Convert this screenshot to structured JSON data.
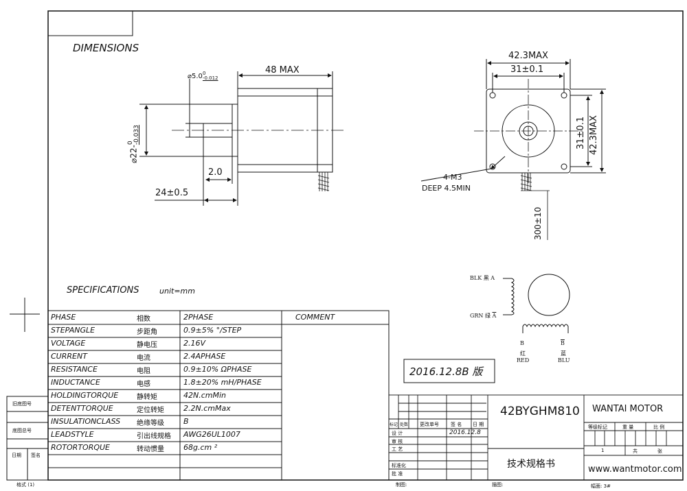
{
  "sheet": {
    "dimensions_title": "DIMENSIONS",
    "specifications_title": "SPECIFICATIONS",
    "unit": "unit=mm",
    "comment_header": "COMMENT",
    "version": "2016.12.8B 版",
    "format_label": "格式 (1)"
  },
  "dims_side": {
    "shaft_dia": "⌀5.0",
    "shaft_tol_top": "0",
    "shaft_tol_bottom": "-0.012",
    "length": "48 MAX",
    "boss_dia": "⌀22-",
    "boss_tol_top": "0",
    "boss_tol_bottom": "-0.033",
    "boss_len": "2.0",
    "shaft_len": "24±0.5"
  },
  "dims_front": {
    "width_max": "42.3MAX",
    "hole_spacing": "31±0.1",
    "hole_spacing_v": "31±0.1",
    "height_max": "42.3MAX",
    "holes": "4-M3",
    "depth": "DEEP 4.5MIN",
    "lead_length": "300±10"
  },
  "wiring": {
    "blk": "BLK 黑 A",
    "grn_label": "GRN 绿",
    "grn_abar": "A",
    "b_left": "B",
    "red_cn": "红",
    "red": "RED",
    "b_right": "B",
    "blu_cn": "蓝",
    "blu": "BLU"
  },
  "specs": [
    {
      "en": "PHASE",
      "cn": "相数",
      "val": "2PHASE"
    },
    {
      "en": "STEPANGLE",
      "cn": "步距角",
      "val": "0.9±5% °/STEP"
    },
    {
      "en": "VOLTAGE",
      "cn": "静电压",
      "val": "2.16V"
    },
    {
      "en": "CURRENT",
      "cn": "电流",
      "val": "2.4APHASE"
    },
    {
      "en": "RESISTANCE",
      "cn": "电阻",
      "val": "0.9±10% ΩPHASE"
    },
    {
      "en": "INDUCTANCE",
      "cn": "电感",
      "val": "1.8±20% mH/PHASE"
    },
    {
      "en": "HOLDINGTORQUE",
      "cn": "静转矩",
      "val": "42N.cmMin"
    },
    {
      "en": "DETENTTORQUE",
      "cn": "定位转矩",
      "val": "2.2N.cmMax"
    },
    {
      "en": "INSULATIONCLASS",
      "cn": "绝缘等级",
      "val": "B"
    },
    {
      "en": "LEADSTYLE",
      "cn": "引出线规格",
      "val": "AWG26UL1007"
    },
    {
      "en": "ROTORTORQUE",
      "cn": "转动惯量",
      "val": "68g.cm ²"
    }
  ],
  "left_margin": {
    "old_drawing": "旧底图号",
    "base_drawing": "底图总号",
    "date": "日期",
    "sign": "签名"
  },
  "title_block": {
    "model": "42BYGHM810",
    "company": "WANTAI MOTOR",
    "doc_type": "技术规格书",
    "website": "www.wantmotor.com",
    "mark": "标记",
    "count": "处数",
    "change_no": "更改单号",
    "signature": "签 名",
    "date": "日 期",
    "design": "设   计",
    "design_date": "2016.12.8",
    "review": "审   核",
    "process": "工   艺",
    "standardize": "标准化",
    "approve": "批   准",
    "stage_mark": "等级标记",
    "weight": "重  量",
    "ratio": "比  例",
    "sheet_count": "1",
    "total": "共",
    "sheets": "张",
    "drawn": "制图:",
    "traced": "描图:",
    "size": "幅面: 3#"
  }
}
